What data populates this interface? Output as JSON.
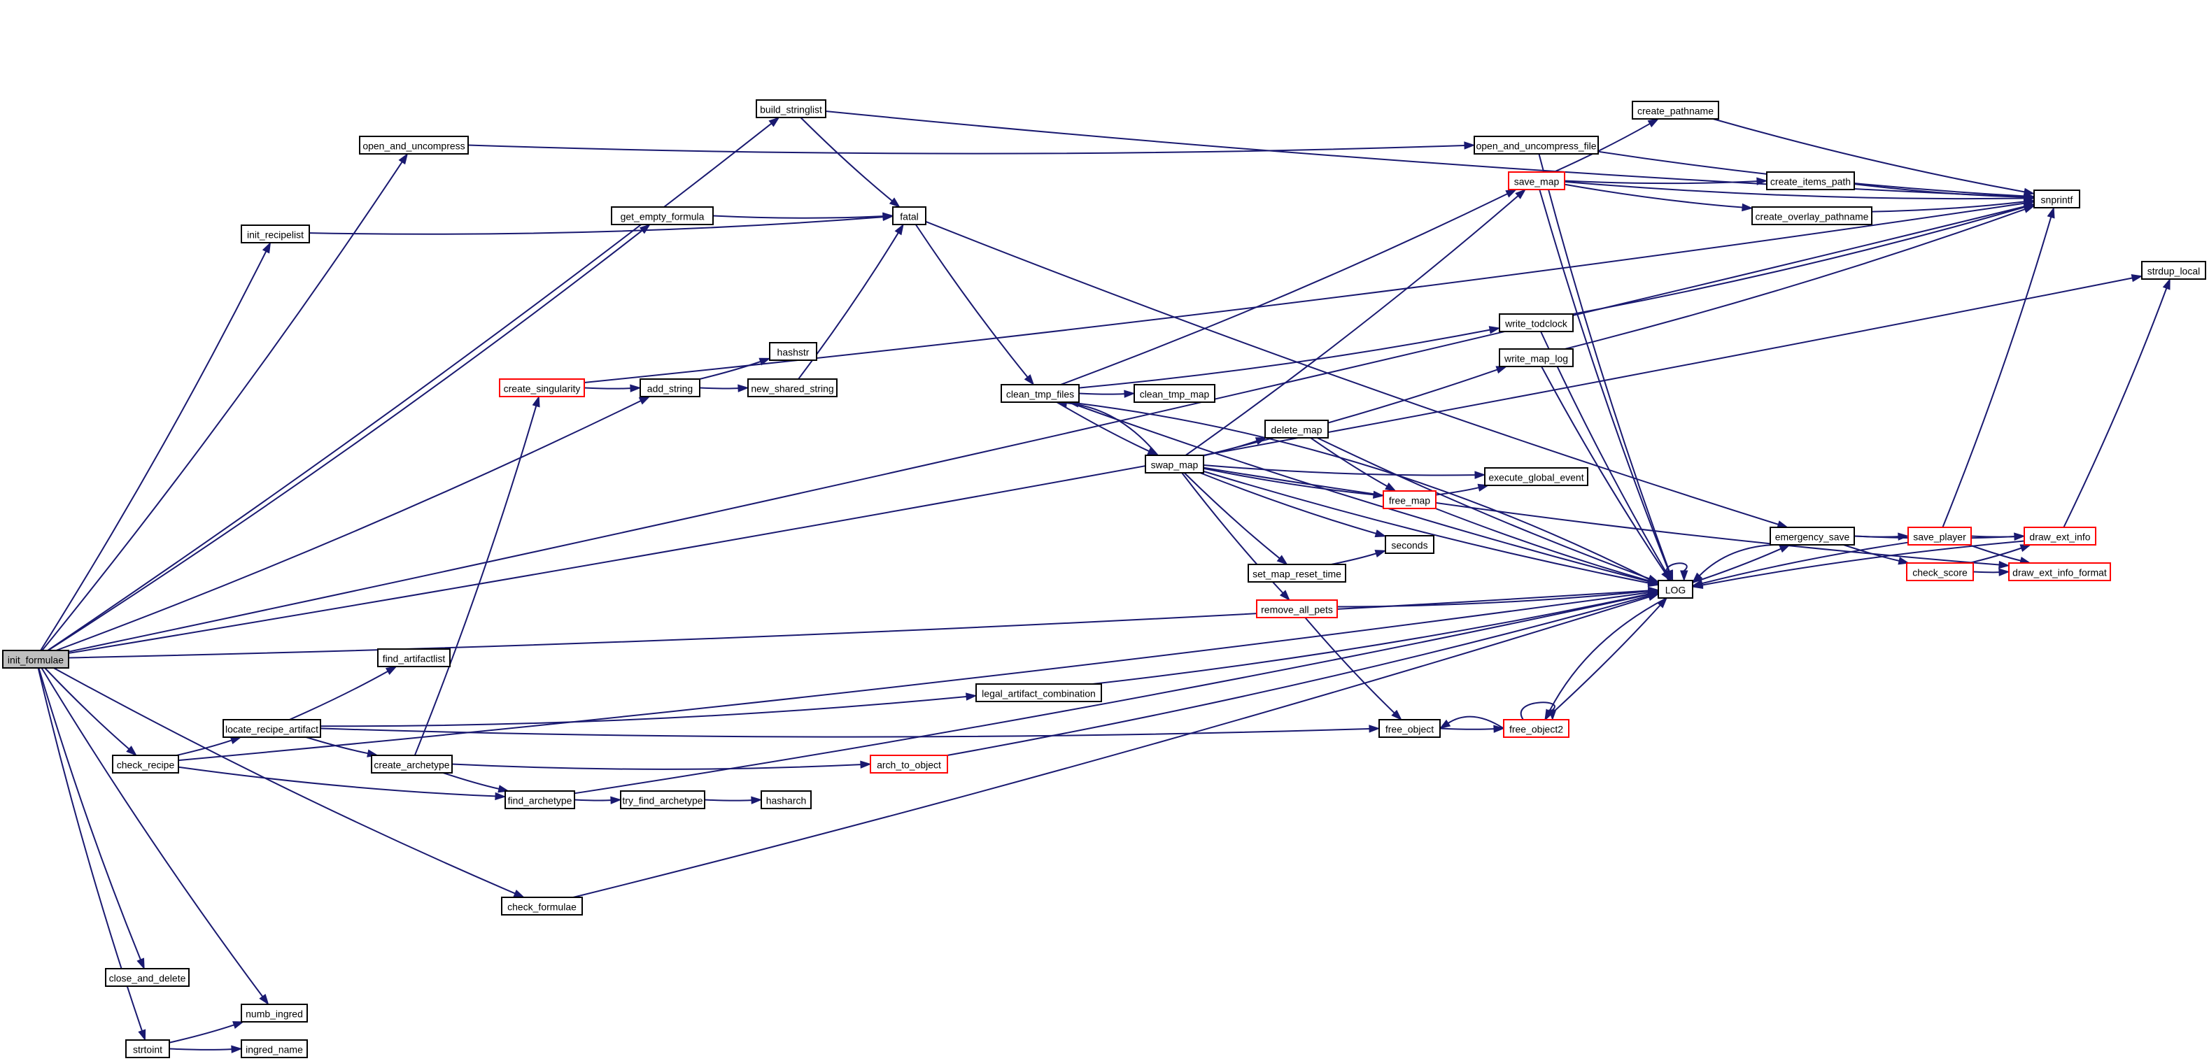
{
  "diagram": {
    "type": "call-graph",
    "root": "init_formulae",
    "colors": {
      "edge": "#191970",
      "node_border": "#000000",
      "truncated_node_border": "#ff0000",
      "root_fill": "#bfbfbf",
      "node_fill": "#ffffff"
    },
    "nodes": [
      {
        "id": "init_formulae",
        "label": "init_formulae",
        "kind": "root"
      },
      {
        "id": "build_stringlist",
        "label": "build_stringlist",
        "kind": "normal"
      },
      {
        "id": "open_and_uncompress",
        "label": "open_and_uncompress",
        "kind": "normal"
      },
      {
        "id": "init_recipelist",
        "label": "init_recipelist",
        "kind": "normal"
      },
      {
        "id": "get_empty_formula",
        "label": "get_empty_formula",
        "kind": "normal"
      },
      {
        "id": "fatal",
        "label": "fatal",
        "kind": "normal"
      },
      {
        "id": "create_singularity",
        "label": "create_singularity",
        "kind": "truncated"
      },
      {
        "id": "add_string",
        "label": "add_string",
        "kind": "normal"
      },
      {
        "id": "hashstr",
        "label": "hashstr",
        "kind": "normal"
      },
      {
        "id": "new_shared_string",
        "label": "new_shared_string",
        "kind": "normal"
      },
      {
        "id": "find_artifactlist",
        "label": "find_artifactlist",
        "kind": "normal"
      },
      {
        "id": "locate_recipe_artifact",
        "label": "locate_recipe_artifact",
        "kind": "normal"
      },
      {
        "id": "check_recipe",
        "label": "check_recipe",
        "kind": "normal"
      },
      {
        "id": "create_archetype",
        "label": "create_archetype",
        "kind": "normal"
      },
      {
        "id": "find_archetype",
        "label": "find_archetype",
        "kind": "normal"
      },
      {
        "id": "try_find_archetype",
        "label": "try_find_archetype",
        "kind": "normal"
      },
      {
        "id": "hasharch",
        "label": "hasharch",
        "kind": "normal"
      },
      {
        "id": "legal_artifact_combination",
        "label": "legal_artifact_combination",
        "kind": "normal"
      },
      {
        "id": "arch_to_object",
        "label": "arch_to_object",
        "kind": "truncated"
      },
      {
        "id": "check_formulae",
        "label": "check_formulae",
        "kind": "normal"
      },
      {
        "id": "close_and_delete",
        "label": "close_and_delete",
        "kind": "normal"
      },
      {
        "id": "numb_ingred",
        "label": "numb_ingred",
        "kind": "normal"
      },
      {
        "id": "strtoint",
        "label": "strtoint",
        "kind": "normal"
      },
      {
        "id": "ingred_name",
        "label": "ingred_name",
        "kind": "normal"
      },
      {
        "id": "clean_tmp_files",
        "label": "clean_tmp_files",
        "kind": "normal"
      },
      {
        "id": "clean_tmp_map",
        "label": "clean_tmp_map",
        "kind": "normal"
      },
      {
        "id": "swap_map",
        "label": "swap_map",
        "kind": "normal"
      },
      {
        "id": "delete_map",
        "label": "delete_map",
        "kind": "normal"
      },
      {
        "id": "free_map",
        "label": "free_map",
        "kind": "truncated"
      },
      {
        "id": "execute_global_event",
        "label": "execute_global_event",
        "kind": "normal"
      },
      {
        "id": "seconds",
        "label": "seconds",
        "kind": "normal"
      },
      {
        "id": "set_map_reset_time",
        "label": "set_map_reset_time",
        "kind": "normal"
      },
      {
        "id": "remove_all_pets",
        "label": "remove_all_pets",
        "kind": "truncated"
      },
      {
        "id": "free_object",
        "label": "free_object",
        "kind": "normal"
      },
      {
        "id": "free_object2",
        "label": "free_object2",
        "kind": "truncated"
      },
      {
        "id": "write_todclock",
        "label": "write_todclock",
        "kind": "normal"
      },
      {
        "id": "write_map_log",
        "label": "write_map_log",
        "kind": "normal"
      },
      {
        "id": "open_and_uncompress_file",
        "label": "open_and_uncompress_file",
        "kind": "normal"
      },
      {
        "id": "save_map",
        "label": "save_map",
        "kind": "truncated"
      },
      {
        "id": "create_pathname",
        "label": "create_pathname",
        "kind": "normal"
      },
      {
        "id": "create_items_path",
        "label": "create_items_path",
        "kind": "normal"
      },
      {
        "id": "create_overlay_pathname",
        "label": "create_overlay_pathname",
        "kind": "normal"
      },
      {
        "id": "snprintf",
        "label": "snprintf",
        "kind": "normal"
      },
      {
        "id": "strdup_local",
        "label": "strdup_local",
        "kind": "normal"
      },
      {
        "id": "LOG",
        "label": "LOG",
        "kind": "normal"
      },
      {
        "id": "emergency_save",
        "label": "emergency_save",
        "kind": "normal"
      },
      {
        "id": "save_player",
        "label": "save_player",
        "kind": "truncated"
      },
      {
        "id": "check_score",
        "label": "check_score",
        "kind": "truncated"
      },
      {
        "id": "draw_ext_info",
        "label": "draw_ext_info",
        "kind": "truncated"
      },
      {
        "id": "draw_ext_info_format",
        "label": "draw_ext_info_format",
        "kind": "truncated"
      }
    ],
    "edges": [
      [
        "init_formulae",
        "build_stringlist"
      ],
      [
        "init_formulae",
        "snprintf"
      ],
      [
        "init_formulae",
        "strdup_local"
      ],
      [
        "init_formulae",
        "open_and_uncompress"
      ],
      [
        "init_formulae",
        "init_recipelist"
      ],
      [
        "init_formulae",
        "get_empty_formula"
      ],
      [
        "init_formulae",
        "add_string"
      ],
      [
        "init_formulae",
        "check_recipe"
      ],
      [
        "init_formulae",
        "check_formulae"
      ],
      [
        "init_formulae",
        "LOG"
      ],
      [
        "init_formulae",
        "close_and_delete"
      ],
      [
        "init_formulae",
        "numb_ingred"
      ],
      [
        "init_formulae",
        "strtoint"
      ],
      [
        "build_stringlist",
        "fatal"
      ],
      [
        "build_stringlist",
        "snprintf"
      ],
      [
        "open_and_uncompress",
        "open_and_uncompress_file"
      ],
      [
        "init_recipelist",
        "fatal"
      ],
      [
        "get_empty_formula",
        "fatal"
      ],
      [
        "fatal",
        "clean_tmp_files"
      ],
      [
        "fatal",
        "emergency_save"
      ],
      [
        "create_singularity",
        "add_string"
      ],
      [
        "create_singularity",
        "snprintf"
      ],
      [
        "add_string",
        "hashstr"
      ],
      [
        "add_string",
        "new_shared_string"
      ],
      [
        "new_shared_string",
        "fatal"
      ],
      [
        "check_recipe",
        "locate_recipe_artifact"
      ],
      [
        "check_recipe",
        "find_archetype"
      ],
      [
        "check_recipe",
        "LOG"
      ],
      [
        "locate_recipe_artifact",
        "find_artifactlist"
      ],
      [
        "locate_recipe_artifact",
        "legal_artifact_combination"
      ],
      [
        "locate_recipe_artifact",
        "free_object"
      ],
      [
        "locate_recipe_artifact",
        "create_archetype"
      ],
      [
        "create_archetype",
        "create_singularity"
      ],
      [
        "create_archetype",
        "arch_to_object"
      ],
      [
        "create_archetype",
        "find_archetype"
      ],
      [
        "find_archetype",
        "try_find_archetype"
      ],
      [
        "find_archetype",
        "LOG"
      ],
      [
        "try_find_archetype",
        "hasharch"
      ],
      [
        "legal_artifact_combination",
        "LOG"
      ],
      [
        "arch_to_object",
        "LOG"
      ],
      [
        "check_formulae",
        "LOG"
      ],
      [
        "strtoint",
        "numb_ingred"
      ],
      [
        "strtoint",
        "ingred_name"
      ],
      [
        "clean_tmp_files",
        "clean_tmp_map"
      ],
      [
        "clean_tmp_files",
        "swap_map"
      ],
      [
        "clean_tmp_files",
        "save_map"
      ],
      [
        "clean_tmp_files",
        "write_todclock"
      ],
      [
        "clean_tmp_files",
        "LOG"
      ],
      [
        "swap_map",
        "save_map"
      ],
      [
        "swap_map",
        "write_map_log"
      ],
      [
        "swap_map",
        "delete_map"
      ],
      [
        "swap_map",
        "execute_global_event"
      ],
      [
        "swap_map",
        "free_map"
      ],
      [
        "swap_map",
        "seconds"
      ],
      [
        "swap_map",
        "set_map_reset_time"
      ],
      [
        "swap_map",
        "remove_all_pets"
      ],
      [
        "swap_map",
        "LOG"
      ],
      [
        "swap_map",
        "clean_tmp_files"
      ],
      [
        "swap_map",
        "draw_ext_info_format"
      ],
      [
        "delete_map",
        "free_map"
      ],
      [
        "delete_map",
        "LOG"
      ],
      [
        "free_map",
        "execute_global_event"
      ],
      [
        "free_map",
        "LOG"
      ],
      [
        "set_map_reset_time",
        "seconds"
      ],
      [
        "remove_all_pets",
        "free_object"
      ],
      [
        "remove_all_pets",
        "LOG"
      ],
      [
        "free_object",
        "free_object2"
      ],
      [
        "free_object2",
        "free_object"
      ],
      [
        "free_object2",
        "free_object2"
      ],
      [
        "free_object2",
        "LOG"
      ],
      [
        "LOG",
        "free_object2"
      ],
      [
        "LOG",
        "clean_tmp_files"
      ],
      [
        "LOG",
        "emergency_save"
      ],
      [
        "LOG",
        "LOG"
      ],
      [
        "write_todclock",
        "snprintf"
      ],
      [
        "write_todclock",
        "LOG"
      ],
      [
        "write_map_log",
        "snprintf"
      ],
      [
        "write_map_log",
        "LOG"
      ],
      [
        "open_and_uncompress_file",
        "snprintf"
      ],
      [
        "open_and_uncompress_file",
        "LOG"
      ],
      [
        "save_map",
        "create_pathname"
      ],
      [
        "save_map",
        "create_items_path"
      ],
      [
        "save_map",
        "create_overlay_pathname"
      ],
      [
        "save_map",
        "snprintf"
      ],
      [
        "save_map",
        "LOG"
      ],
      [
        "create_pathname",
        "snprintf"
      ],
      [
        "create_items_path",
        "snprintf"
      ],
      [
        "create_overlay_pathname",
        "snprintf"
      ],
      [
        "emergency_save",
        "save_player"
      ],
      [
        "emergency_save",
        "check_score"
      ],
      [
        "emergency_save",
        "draw_ext_info"
      ],
      [
        "emergency_save",
        "LOG"
      ],
      [
        "save_player",
        "draw_ext_info"
      ],
      [
        "save_player",
        "draw_ext_info_format"
      ],
      [
        "save_player",
        "snprintf"
      ],
      [
        "save_player",
        "LOG"
      ],
      [
        "check_score",
        "draw_ext_info"
      ],
      [
        "check_score",
        "draw_ext_info_format"
      ],
      [
        "draw_ext_info",
        "strdup_local"
      ],
      [
        "draw_ext_info",
        "LOG"
      ]
    ]
  }
}
